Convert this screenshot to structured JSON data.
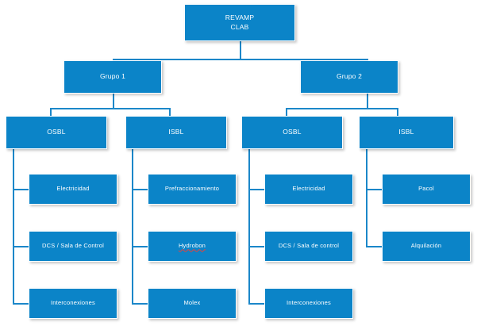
{
  "diagram": {
    "title": "REVAMP CLAB organizational breakdown",
    "type": "org-chart",
    "accent_color": "#0b84c8",
    "connector_color": "#1b87c9",
    "text_color": "#ffffff",
    "background_color": "#ffffff",
    "spellcheck_underline_color": "#e8403a"
  },
  "nodes": {
    "root": {
      "label": "REVAMP\nCLAB"
    },
    "grupo1": {
      "label": "Grupo 1"
    },
    "grupo2": {
      "label": "Grupo 2"
    },
    "g1_osbl": {
      "label": "OSBL"
    },
    "g1_isbl": {
      "label": "ISBL"
    },
    "g2_osbl": {
      "label": "OSBL"
    },
    "g2_isbl": {
      "label": "ISBL"
    },
    "g1_osbl_1": {
      "label": "Electricidad"
    },
    "g1_osbl_2": {
      "label": "DCS / Sala de Control"
    },
    "g1_osbl_3": {
      "label": "Interconexiones"
    },
    "g1_isbl_1": {
      "label": "Prefraccionamiento"
    },
    "g1_isbl_2": {
      "label": "Hydrobon"
    },
    "g1_isbl_3": {
      "label": "Molex"
    },
    "g2_osbl_1": {
      "label": "Electricidad"
    },
    "g2_osbl_2": {
      "label": "DCS / Sala de control"
    },
    "g2_osbl_3": {
      "label": "Interconexiones"
    },
    "g2_isbl_1": {
      "label": "Pacol"
    },
    "g2_isbl_2": {
      "label": "Alquilación"
    }
  },
  "chart_data": {
    "type": "diagram",
    "title": "REVAMP CLAB",
    "hierarchy": [
      {
        "label": "REVAMP CLAB",
        "children": [
          {
            "label": "Grupo 1",
            "children": [
              {
                "label": "OSBL",
                "children": [
                  {
                    "label": "Electricidad"
                  },
                  {
                    "label": "DCS / Sala de Control"
                  },
                  {
                    "label": "Interconexiones"
                  }
                ]
              },
              {
                "label": "ISBL",
                "children": [
                  {
                    "label": "Prefraccionamiento"
                  },
                  {
                    "label": "Hydrobon"
                  },
                  {
                    "label": "Molex"
                  }
                ]
              }
            ]
          },
          {
            "label": "Grupo 2",
            "children": [
              {
                "label": "OSBL",
                "children": [
                  {
                    "label": "Electricidad"
                  },
                  {
                    "label": "DCS / Sala de control"
                  },
                  {
                    "label": "Interconexiones"
                  }
                ]
              },
              {
                "label": "ISBL",
                "children": [
                  {
                    "label": "Pacol"
                  },
                  {
                    "label": "Alquilación"
                  }
                ]
              }
            ]
          }
        ]
      }
    ]
  }
}
